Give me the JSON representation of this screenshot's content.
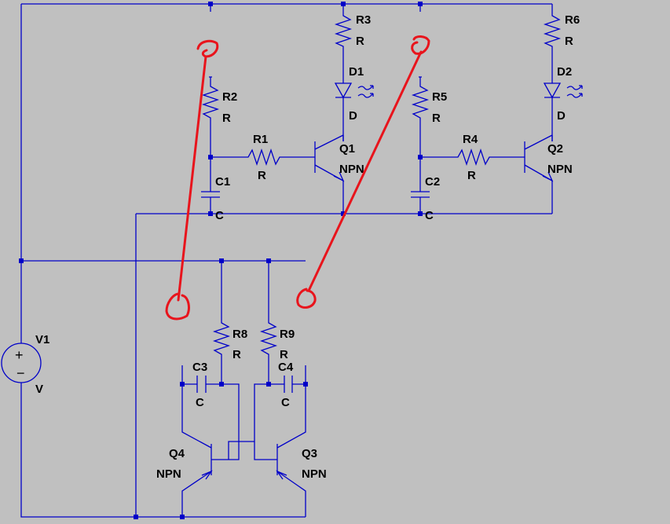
{
  "schematic": {
    "components": {
      "V1": {
        "name": "V1",
        "value": "V"
      },
      "R1": {
        "name": "R1",
        "value": "R"
      },
      "R2": {
        "name": "R2",
        "value": "R"
      },
      "R3": {
        "name": "R3",
        "value": "R"
      },
      "R4": {
        "name": "R4",
        "value": "R"
      },
      "R5": {
        "name": "R5",
        "value": "R"
      },
      "R6": {
        "name": "R6",
        "value": "R"
      },
      "R8": {
        "name": "R8",
        "value": "R"
      },
      "R9": {
        "name": "R9",
        "value": "R"
      },
      "C1": {
        "name": "C1",
        "value": "C"
      },
      "C2": {
        "name": "C2",
        "value": "C"
      },
      "C3": {
        "name": "C3",
        "value": "C"
      },
      "C4": {
        "name": "C4",
        "value": "C"
      },
      "D1": {
        "name": "D1",
        "value": "D"
      },
      "D2": {
        "name": "D2",
        "value": "D"
      },
      "Q1": {
        "name": "Q1",
        "value": "NPN"
      },
      "Q2": {
        "name": "Q2",
        "value": "NPN"
      },
      "Q3": {
        "name": "Q3",
        "value": "NPN"
      },
      "Q4": {
        "name": "Q4",
        "value": "NPN"
      }
    },
    "source_symbols": {
      "plus": "+",
      "minus": "−"
    },
    "colors": {
      "background": "#c0c0c0",
      "wire": "#0000c8",
      "annotation": "#e8141c",
      "text": "#000000"
    }
  }
}
